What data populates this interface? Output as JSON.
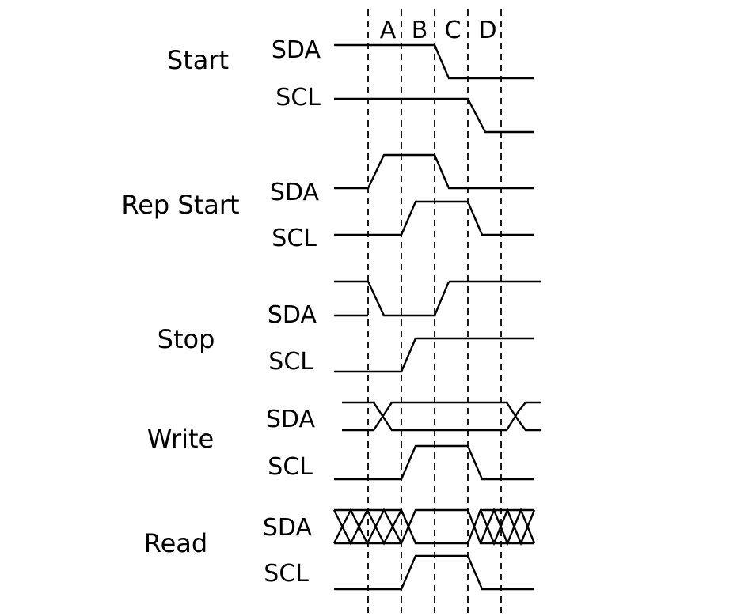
{
  "phases": [
    "A",
    "B",
    "C",
    "D"
  ],
  "conditions": [
    {
      "label": "Start",
      "signals": [
        "SDA",
        "SCL"
      ]
    },
    {
      "label": "Rep Start",
      "signals": [
        "SDA",
        "SCL"
      ]
    },
    {
      "label": "Stop",
      "signals": [
        "SDA",
        "SCL"
      ]
    },
    {
      "label": "Write",
      "signals": [
        "SDA",
        "SCL"
      ]
    },
    {
      "label": "Read",
      "signals": [
        "SDA",
        "SCL"
      ]
    }
  ],
  "colors": {
    "line": "#000000",
    "background": "#ffffff"
  }
}
